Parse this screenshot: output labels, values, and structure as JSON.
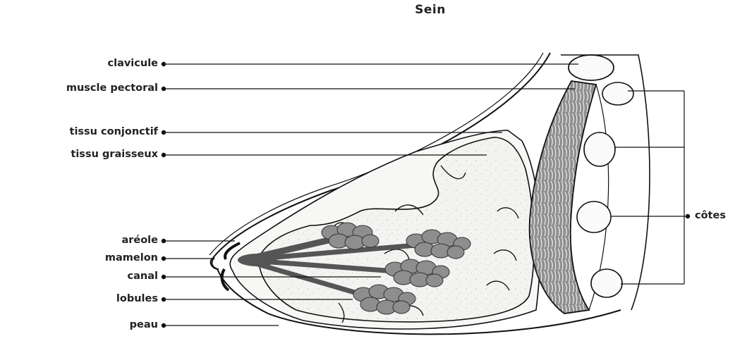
{
  "title": "Sein",
  "labels": {
    "clavicule": "clavicule",
    "muscle_pectoral": "muscle pectoral",
    "tissu_conjonctif": "tissu conjonctif",
    "tissu_graisseux": "tissu graisseux",
    "areole": "aréole",
    "mamelon": "mamelon",
    "canal": "canal",
    "lobules": "lobules",
    "peau": "peau",
    "cotes": "côtes"
  },
  "colors": {
    "line": "#111111",
    "tissue_fill": "#f4f4f2",
    "lobule_fill": "#8a8a8a",
    "duct": "#555555",
    "muscle_fill": "#9a9a9a"
  }
}
